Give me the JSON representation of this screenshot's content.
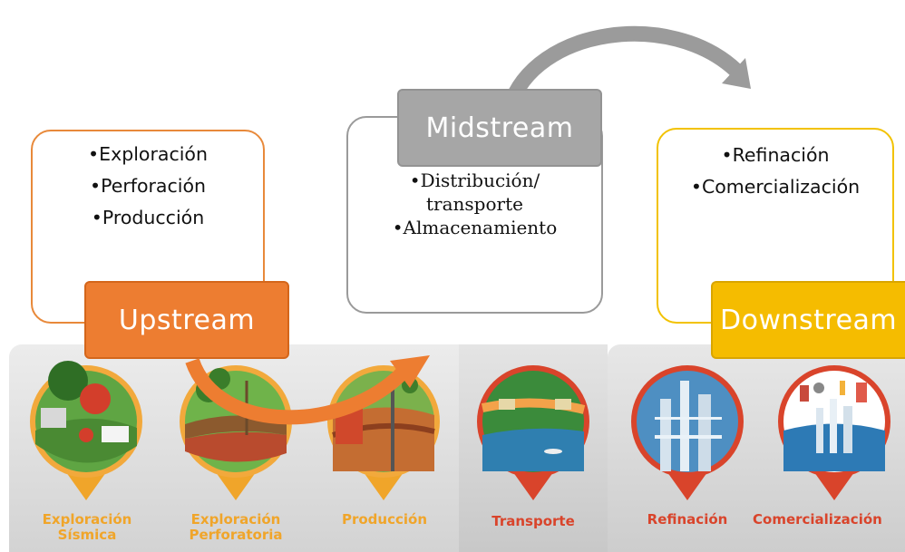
{
  "upstream": {
    "label": "Upstream",
    "items": [
      "•Exploración",
      "•Perforación",
      "•Producción"
    ],
    "color": "#ed7d31"
  },
  "midstream": {
    "label": "Midstream",
    "items": [
      "•Distribución/",
      "transporte",
      "•Almacenamiento"
    ],
    "color": "#a6a6a6"
  },
  "downstream": {
    "label": "Downstream",
    "items": [
      "•Refinación",
      "•Comercialización"
    ],
    "color": "#f5bc00"
  },
  "strip": {
    "icons": [
      {
        "name": "exploracion-sismica-icon",
        "line1": "Exploración",
        "line2": "Sísmica"
      },
      {
        "name": "exploracion-perforatoria-icon",
        "line1": "Exploración",
        "line2": "Perforatoria"
      },
      {
        "name": "produccion-icon",
        "line1": "Producción"
      },
      {
        "name": "transporte-icon",
        "line1": "Transporte"
      },
      {
        "name": "refinacion-icon",
        "line1": "Refinación"
      },
      {
        "name": "comercializacion-icon",
        "line1": "Comercialización"
      }
    ],
    "label_colors": {
      "orange": "#f0a52a",
      "red": "#d9442b"
    }
  }
}
